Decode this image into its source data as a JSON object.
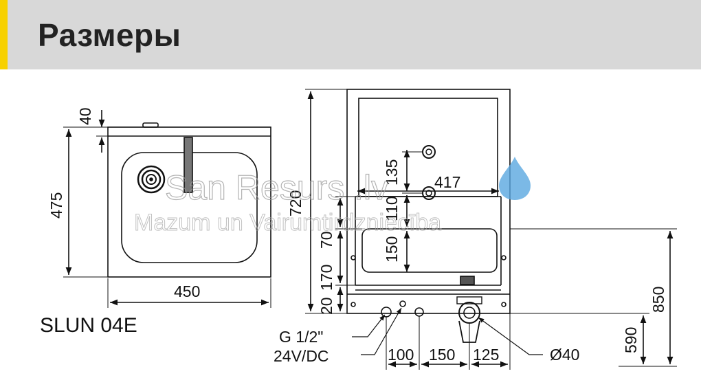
{
  "header": {
    "title": "Размеры",
    "accent_color": "#f7d100",
    "background": "#d8d8d8"
  },
  "watermark": {
    "line1": "San Resurs .lv",
    "line2": "Mazum un Vairumtirdzniecība",
    "drop_color": "#5aa7e0"
  },
  "model": "SLUN 04E",
  "dimensions": {
    "top_view": {
      "depth_top": "40",
      "depth": "475",
      "width": "450"
    },
    "front_view": {
      "height": "720",
      "v135": "135",
      "v110": "110",
      "v150": "150",
      "width_inner": "417",
      "v70": "70",
      "v170": "170",
      "v20": "20",
      "h100": "100",
      "h150": "150",
      "h125": "125",
      "drain": "Ø40",
      "connection": "G 1/2\"",
      "voltage": "24V/DC",
      "floor_to_top": "850",
      "floor_to_drain": "590"
    }
  }
}
